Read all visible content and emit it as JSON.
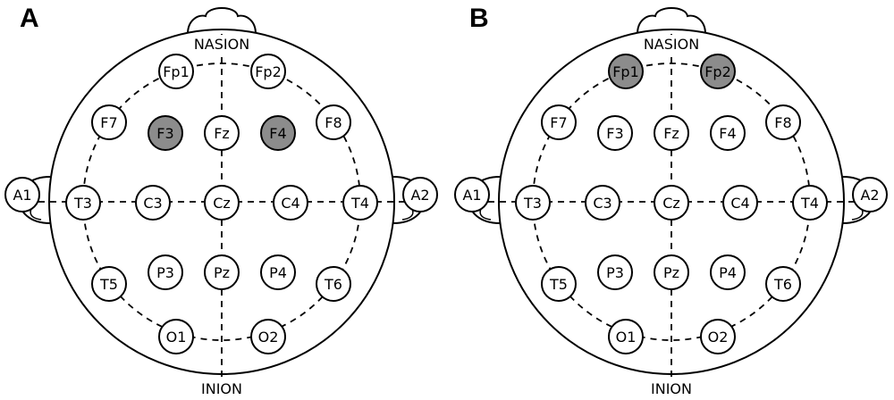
{
  "panels": [
    {
      "letter": "A",
      "nasion_label": "NASION",
      "inion_label": "INION",
      "highlighted": [
        "F3",
        "F4"
      ]
    },
    {
      "letter": "B",
      "nasion_label": "NASION",
      "inion_label": "INION",
      "highlighted": [
        "Fp1",
        "Fp2"
      ]
    }
  ],
  "electrodes": [
    "Fp1",
    "Fp2",
    "F7",
    "F3",
    "Fz",
    "F4",
    "F8",
    "A1",
    "T3",
    "C3",
    "Cz",
    "C4",
    "T4",
    "A2",
    "T5",
    "P3",
    "Pz",
    "P4",
    "T6",
    "O1",
    "O2"
  ],
  "colors": {
    "highlight_fill": "#8c8c8c",
    "normal_fill": "#ffffff",
    "stroke": "#000000"
  }
}
